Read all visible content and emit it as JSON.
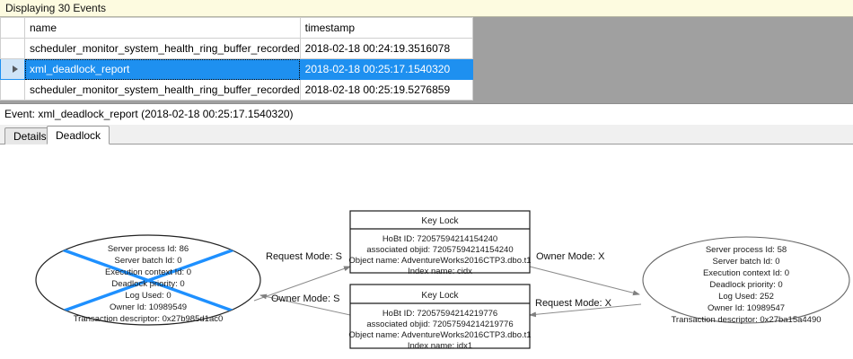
{
  "banner": {
    "text": "Displaying 30 Events"
  },
  "grid": {
    "columns": [
      "",
      "name",
      "timestamp"
    ],
    "rows": [
      {
        "marker": "",
        "name": "scheduler_monitor_system_health_ring_buffer_recorded",
        "timestamp": "2018-02-18 00:24:19.3516078",
        "selected": false
      },
      {
        "marker": "row-selector-arrow",
        "name": "xml_deadlock_report",
        "timestamp": "2018-02-18 00:25:17.1540320",
        "selected": true
      },
      {
        "marker": "",
        "name": "scheduler_monitor_system_health_ring_buffer_recorded",
        "timestamp": "2018-02-18 00:25:19.5276859",
        "selected": false
      }
    ],
    "selection_color": "#1e90f0"
  },
  "event_line": {
    "text": "Event: xml_deadlock_report (2018-02-18 00:25:17.1540320)"
  },
  "tabs": [
    {
      "label": "Details",
      "active": false
    },
    {
      "label": "Deadlock",
      "active": true
    }
  ],
  "deadlock_graph": {
    "victim_marker_color": "#1e90ff",
    "processes": [
      {
        "id": "process-left",
        "victim": true,
        "lines": [
          "Server process Id: 86",
          "Server batch Id: 0",
          "Execution context Id: 0",
          "Deadlock priority: 0",
          "Log Used: 0",
          "Owner Id: 10989549",
          "Transaction descriptor: 0x27b985d1ac0"
        ]
      },
      {
        "id": "process-right",
        "victim": false,
        "lines": [
          "Server process Id: 58",
          "Server batch Id: 0",
          "Execution context Id: 0",
          "Deadlock priority: 0",
          "Log Used: 252",
          "Owner Id: 10989547",
          "Transaction descriptor: 0x27ba15a4490"
        ]
      }
    ],
    "resources": [
      {
        "id": "keylock-top",
        "title": "Key Lock",
        "lines": [
          "HoBt ID: 72057594214154240",
          "associated objid: 72057594214154240",
          "Object name: AdventureWorks2016CTP3.dbo.t1",
          "Index name: cidx"
        ]
      },
      {
        "id": "keylock-bottom",
        "title": "Key Lock",
        "lines": [
          "HoBt ID: 72057594214219776",
          "associated objid: 72057594214219776",
          "Object name: AdventureWorks2016CTP3.dbo.t1",
          "Index name: idx1"
        ]
      }
    ],
    "edges": [
      {
        "id": "edge-left-request",
        "label": "Request Mode: S"
      },
      {
        "id": "edge-right-owner",
        "label": "Owner Mode: X"
      },
      {
        "id": "edge-left-owner",
        "label": "Owner Mode: S"
      },
      {
        "id": "edge-right-request",
        "label": "Request Mode: X"
      }
    ]
  }
}
